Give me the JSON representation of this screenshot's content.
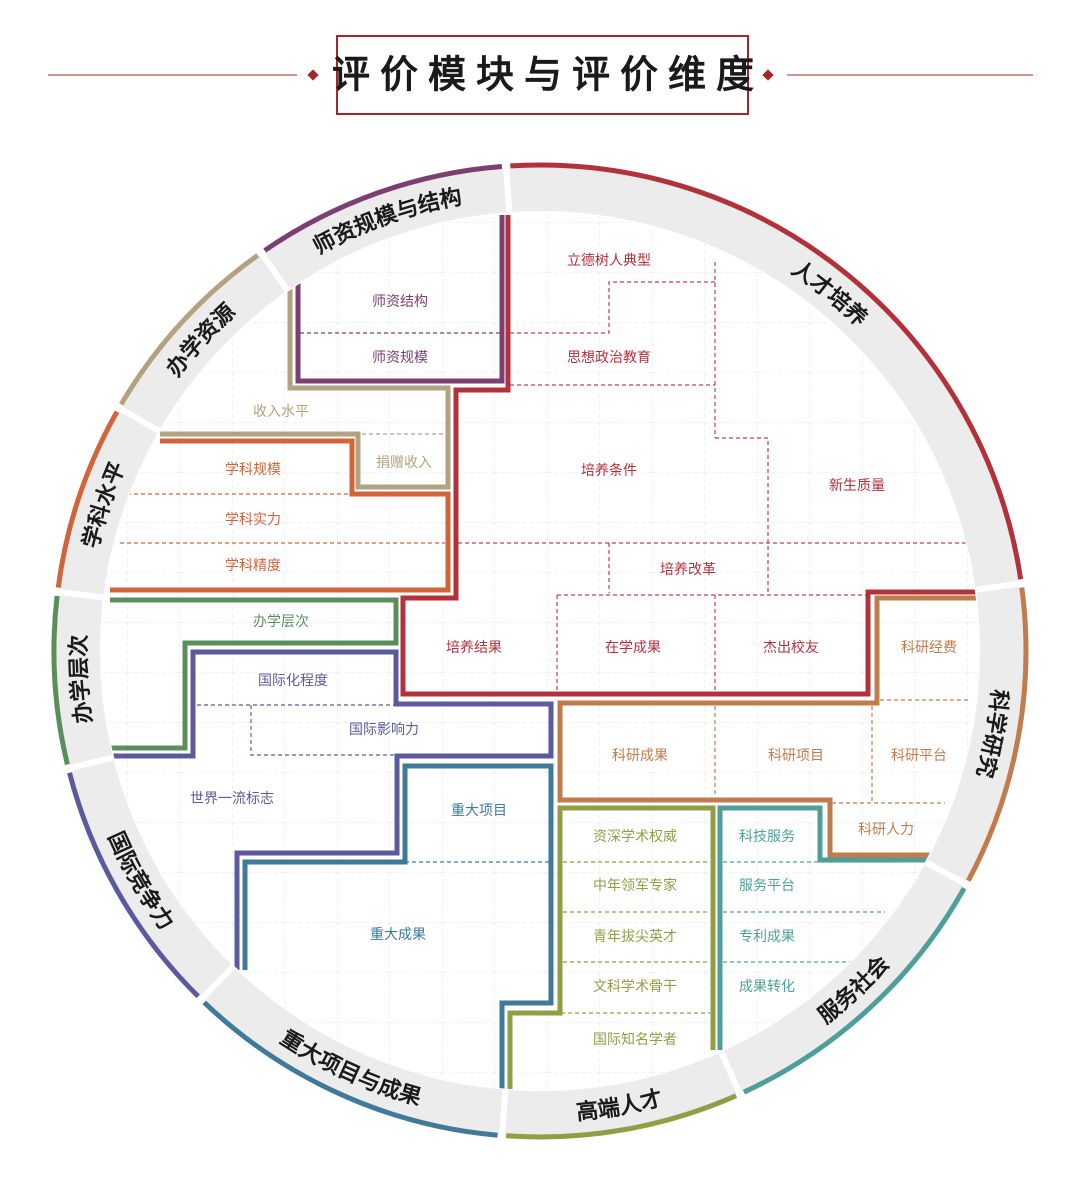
{
  "title": "评价模块与评价维度",
  "colors": {
    "title_accent": "#a3262c",
    "ring": "#ececec",
    "grid": "#e2e2e2"
  },
  "segments": [
    {
      "label": "师资规模与结构",
      "color": "#7b3f72"
    },
    {
      "label": "人才培养",
      "color": "#b3313b"
    },
    {
      "label": "科学研究",
      "color": "#c17c4e"
    },
    {
      "label": "服务社会",
      "color": "#4f9f99"
    },
    {
      "label": "高端人才",
      "color": "#8f9f46"
    },
    {
      "label": "重大项目与成果",
      "color": "#3f7a98"
    },
    {
      "label": "国际竞争力",
      "color": "#5c5a9c"
    },
    {
      "label": "办学层次",
      "color": "#5a8f5c"
    },
    {
      "label": "学科水平",
      "color": "#d2643c"
    },
    {
      "label": "办学资源",
      "color": "#b3a27f"
    }
  ],
  "dimensions": {
    "lide": "立德树人典型",
    "sixiang": "思想政治教育",
    "shizi_jiegou": "师资结构",
    "shizi_guimo": "师资规模",
    "shouru": "收入水平",
    "juanzeng": "捐赠收入",
    "xueke_guimo": "学科规模",
    "xueke_shili": "学科实力",
    "xueke_jingdu": "学科精度",
    "peiyang_tiaojian": "培养条件",
    "xinsheng": "新生质量",
    "peiyang_gaige": "培养改革",
    "banxue_cengci": "办学层次",
    "peiyang_jieguo": "培养结果",
    "zaixue": "在学成果",
    "jiechu": "杰出校友",
    "keyan_jingfei": "科研经费",
    "guojihua": "国际化程度",
    "yingxiangli": "国际影响力",
    "keyan_chengguo": "科研成果",
    "keyan_xiangmu": "科研项目",
    "keyan_pingtai": "科研平台",
    "shijie": "世界一流标志",
    "zhongda_xiangmu": "重大项目",
    "keyan_renli": "科研人力",
    "zishen": "资深学术权威",
    "keji_fuwu": "科技服务",
    "zhongnian": "中年领军专家",
    "fuwu_pingtai": "服务平台",
    "qingnian": "青年拔尖英才",
    "zhuanli": "专利成果",
    "zhongda_chengguo": "重大成果",
    "wenke": "文科学术骨干",
    "zhuanhua": "成果转化",
    "guoji_xuezhe": "国际知名学者"
  }
}
